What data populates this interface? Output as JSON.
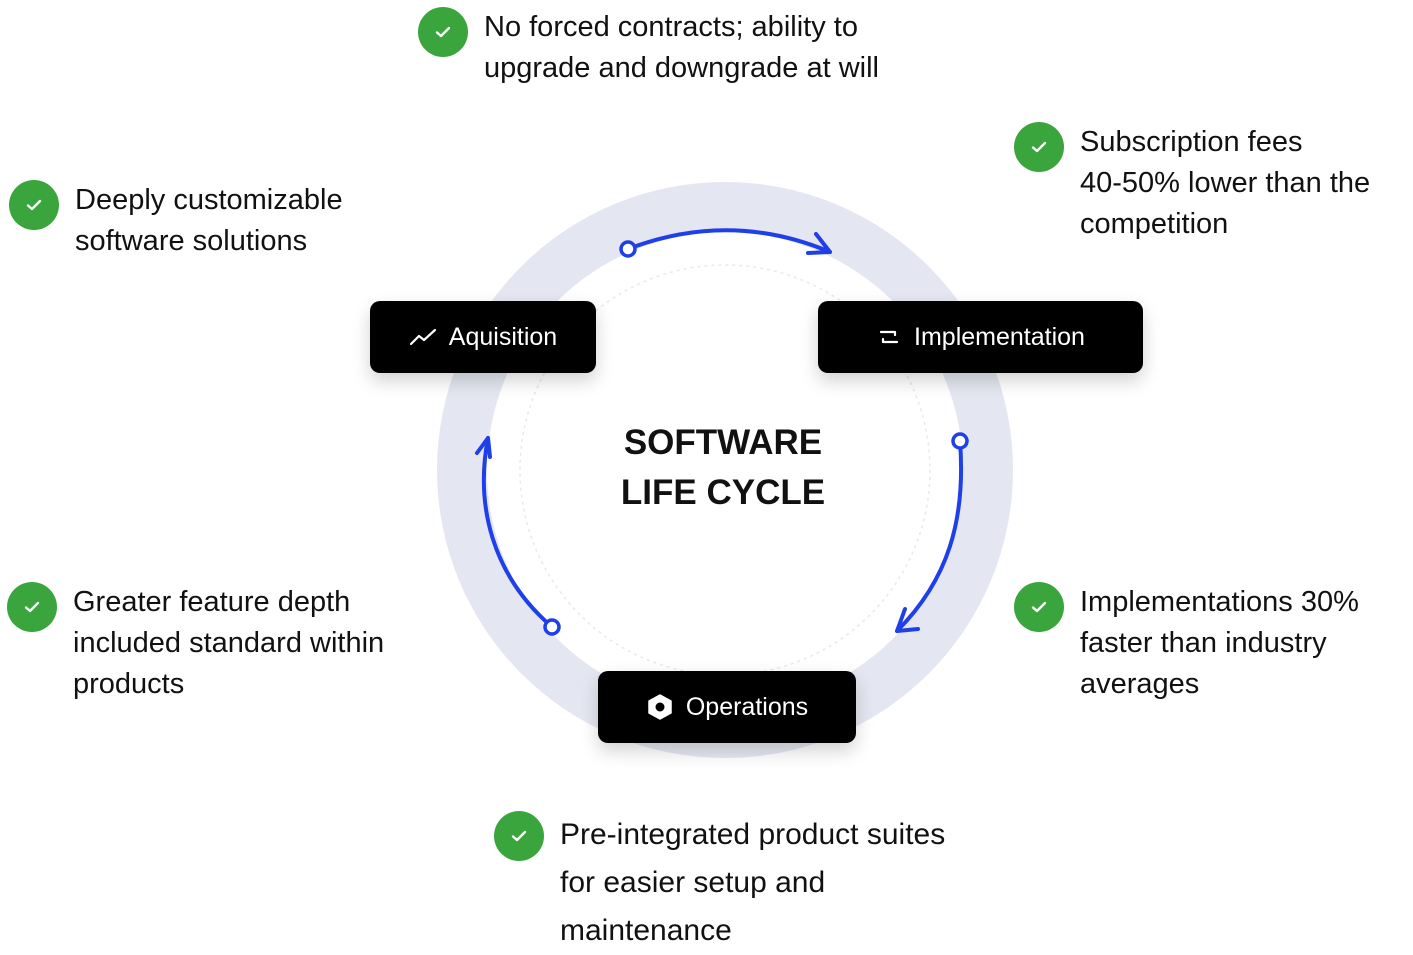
{
  "center_title": "SOFTWARE\nLIFE CYCLE",
  "stages": {
    "acquisition": {
      "label": "Aquisition",
      "icon": "trend-up-icon"
    },
    "implementation": {
      "label": "Implementation",
      "icon": "cycle-arrows-icon"
    },
    "operations": {
      "label": "Operations",
      "icon": "hexagon-nut-icon"
    }
  },
  "features": {
    "top": "No forced contracts; ability to\nupgrade and downgrade at will",
    "top_right": "Subscription fees\n40-50% lower than the\ncompetition",
    "top_left": "Deeply customizable\nsoftware solutions",
    "mid_left": "Greater feature depth\nincluded standard within\nproducts",
    "mid_right": "Implementations 30%\nfaster than industry\naverages",
    "bottom": "Pre-integrated product suites\nfor easier setup and\nmaintenance"
  },
  "colors": {
    "check_green": "#3aa53c",
    "arrow_blue": "#1f3fe8",
    "ring_gray": "#e3e6f0",
    "stage_bg": "#000000"
  }
}
